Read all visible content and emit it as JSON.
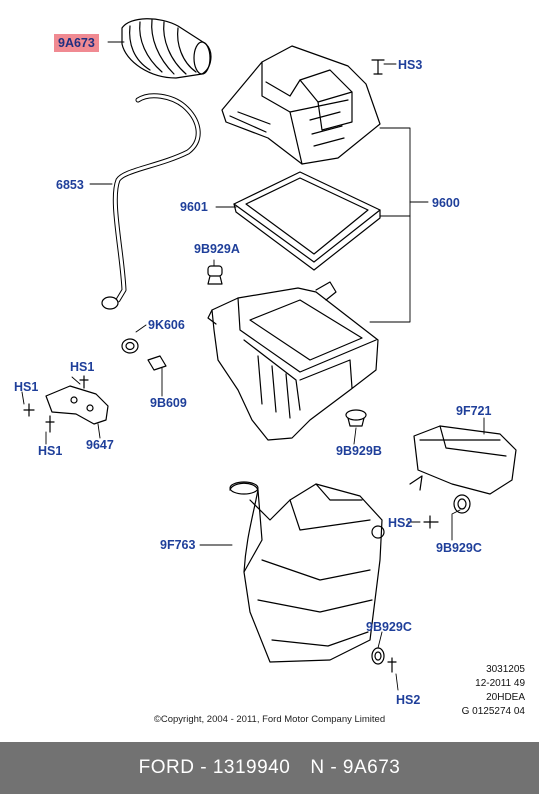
{
  "callouts": {
    "c9A673": "9A673",
    "cHS3": "HS3",
    "c6853": "6853",
    "c9601": "9601",
    "c9600": "9600",
    "c9B929A": "9B929A",
    "c9K606": "9K606",
    "cHS1a": "HS1",
    "cHS1b": "HS1",
    "cHS1c": "HS1",
    "c9B609": "9B609",
    "c9647": "9647",
    "c9F721": "9F721",
    "c9B929B": "9B929B",
    "cHS2a": "HS2",
    "c9B929C": "9B929C",
    "c9F763": "9F763",
    "c9B929C2": "9B929C",
    "cHS2b": "HS2"
  },
  "meta": {
    "l1": "3031205",
    "l2": "12-2011 49",
    "l3": "20HDEA",
    "l4": "G 0125274 04"
  },
  "copyright": "©Copyright, 2004 - 2011, Ford Motor Company Limited",
  "footer": {
    "brand": "FORD - 1319940",
    "part": "N - 9A673"
  },
  "colors": {
    "label_blue": "#1f3f9a",
    "highlight": "#f08a92",
    "footer_bg": "#727272"
  }
}
